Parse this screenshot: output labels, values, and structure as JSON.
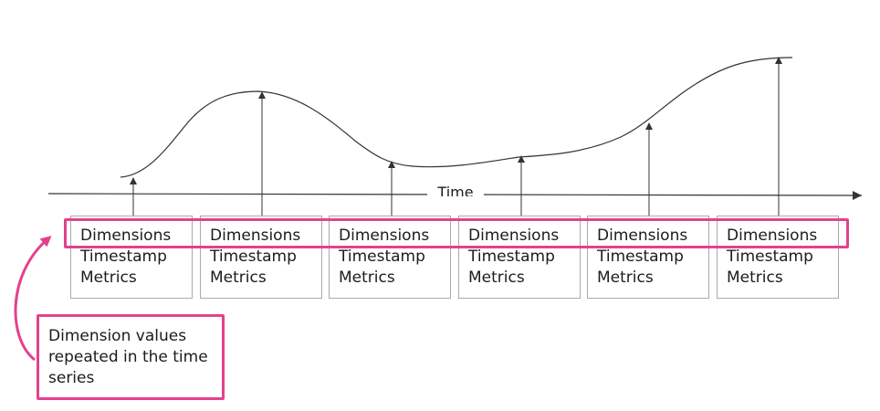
{
  "diagram": {
    "axis_label": "Time",
    "record_cards": [
      {
        "dimensions": "Dimensions",
        "timestamp": "Timestamp",
        "metrics": "Metrics"
      },
      {
        "dimensions": "Dimensions",
        "timestamp": "Timestamp",
        "metrics": "Metrics"
      },
      {
        "dimensions": "Dimensions",
        "timestamp": "Timestamp",
        "metrics": "Metrics"
      },
      {
        "dimensions": "Dimensions",
        "timestamp": "Timestamp",
        "metrics": "Metrics"
      },
      {
        "dimensions": "Dimensions",
        "timestamp": "Timestamp",
        "metrics": "Metrics"
      },
      {
        "dimensions": "Dimensions",
        "timestamp": "Timestamp",
        "metrics": "Metrics"
      }
    ],
    "callout": {
      "text": "Dimension values repeated in the time series"
    },
    "colors": {
      "highlight": "#e2428d",
      "line": "#333333",
      "card_border": "#a9a9b3",
      "text": "#1c1c1c"
    }
  }
}
